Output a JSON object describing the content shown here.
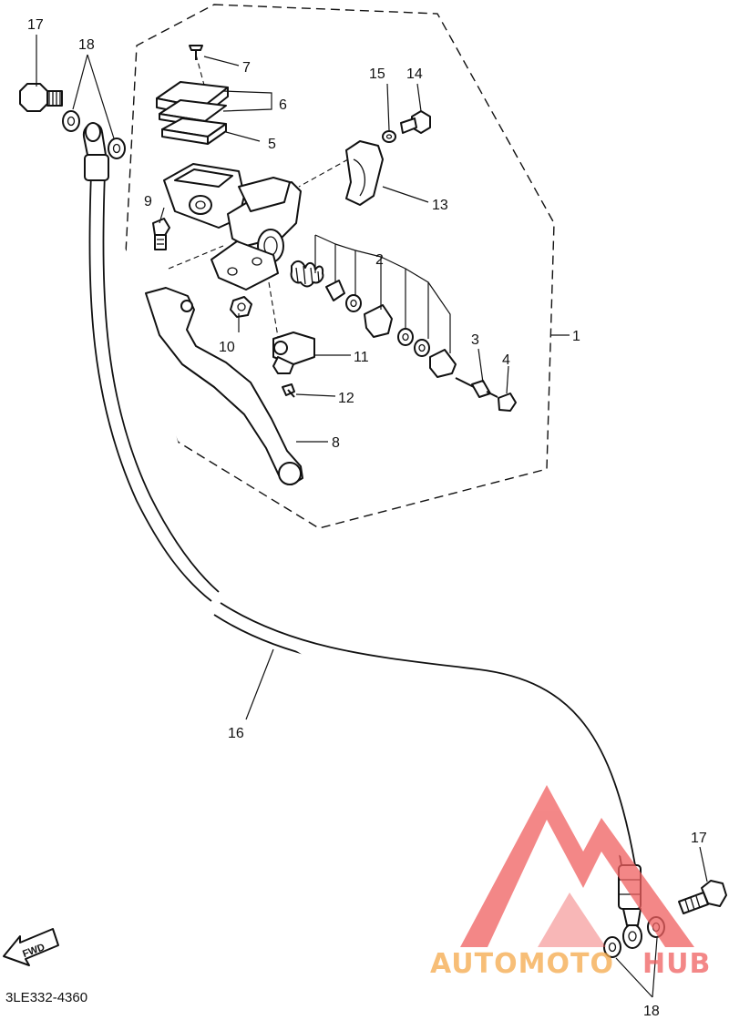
{
  "diagram": {
    "callouts": [
      {
        "id": "c1",
        "text": "1"
      },
      {
        "id": "c2",
        "text": "2"
      },
      {
        "id": "c3",
        "text": "3"
      },
      {
        "id": "c4",
        "text": "4"
      },
      {
        "id": "c5",
        "text": "5"
      },
      {
        "id": "c6",
        "text": "6"
      },
      {
        "id": "c7",
        "text": "7"
      },
      {
        "id": "c8",
        "text": "8"
      },
      {
        "id": "c9",
        "text": "9"
      },
      {
        "id": "c10",
        "text": "10"
      },
      {
        "id": "c11",
        "text": "11"
      },
      {
        "id": "c12",
        "text": "12"
      },
      {
        "id": "c13",
        "text": "13"
      },
      {
        "id": "c14",
        "text": "14"
      },
      {
        "id": "c15",
        "text": "15"
      },
      {
        "id": "c16",
        "text": "16"
      },
      {
        "id": "c17a",
        "text": "17"
      },
      {
        "id": "c18a",
        "text": "18"
      },
      {
        "id": "c17b",
        "text": "17"
      },
      {
        "id": "c18b",
        "text": "18"
      }
    ],
    "fwd_label": "FWD",
    "diagram_code": "3LE332-4360"
  },
  "watermark": {
    "text_left": "AUTOMOTO",
    "text_right": "HUB",
    "color_red": "#f06060",
    "color_orange": "#f5a94a"
  }
}
